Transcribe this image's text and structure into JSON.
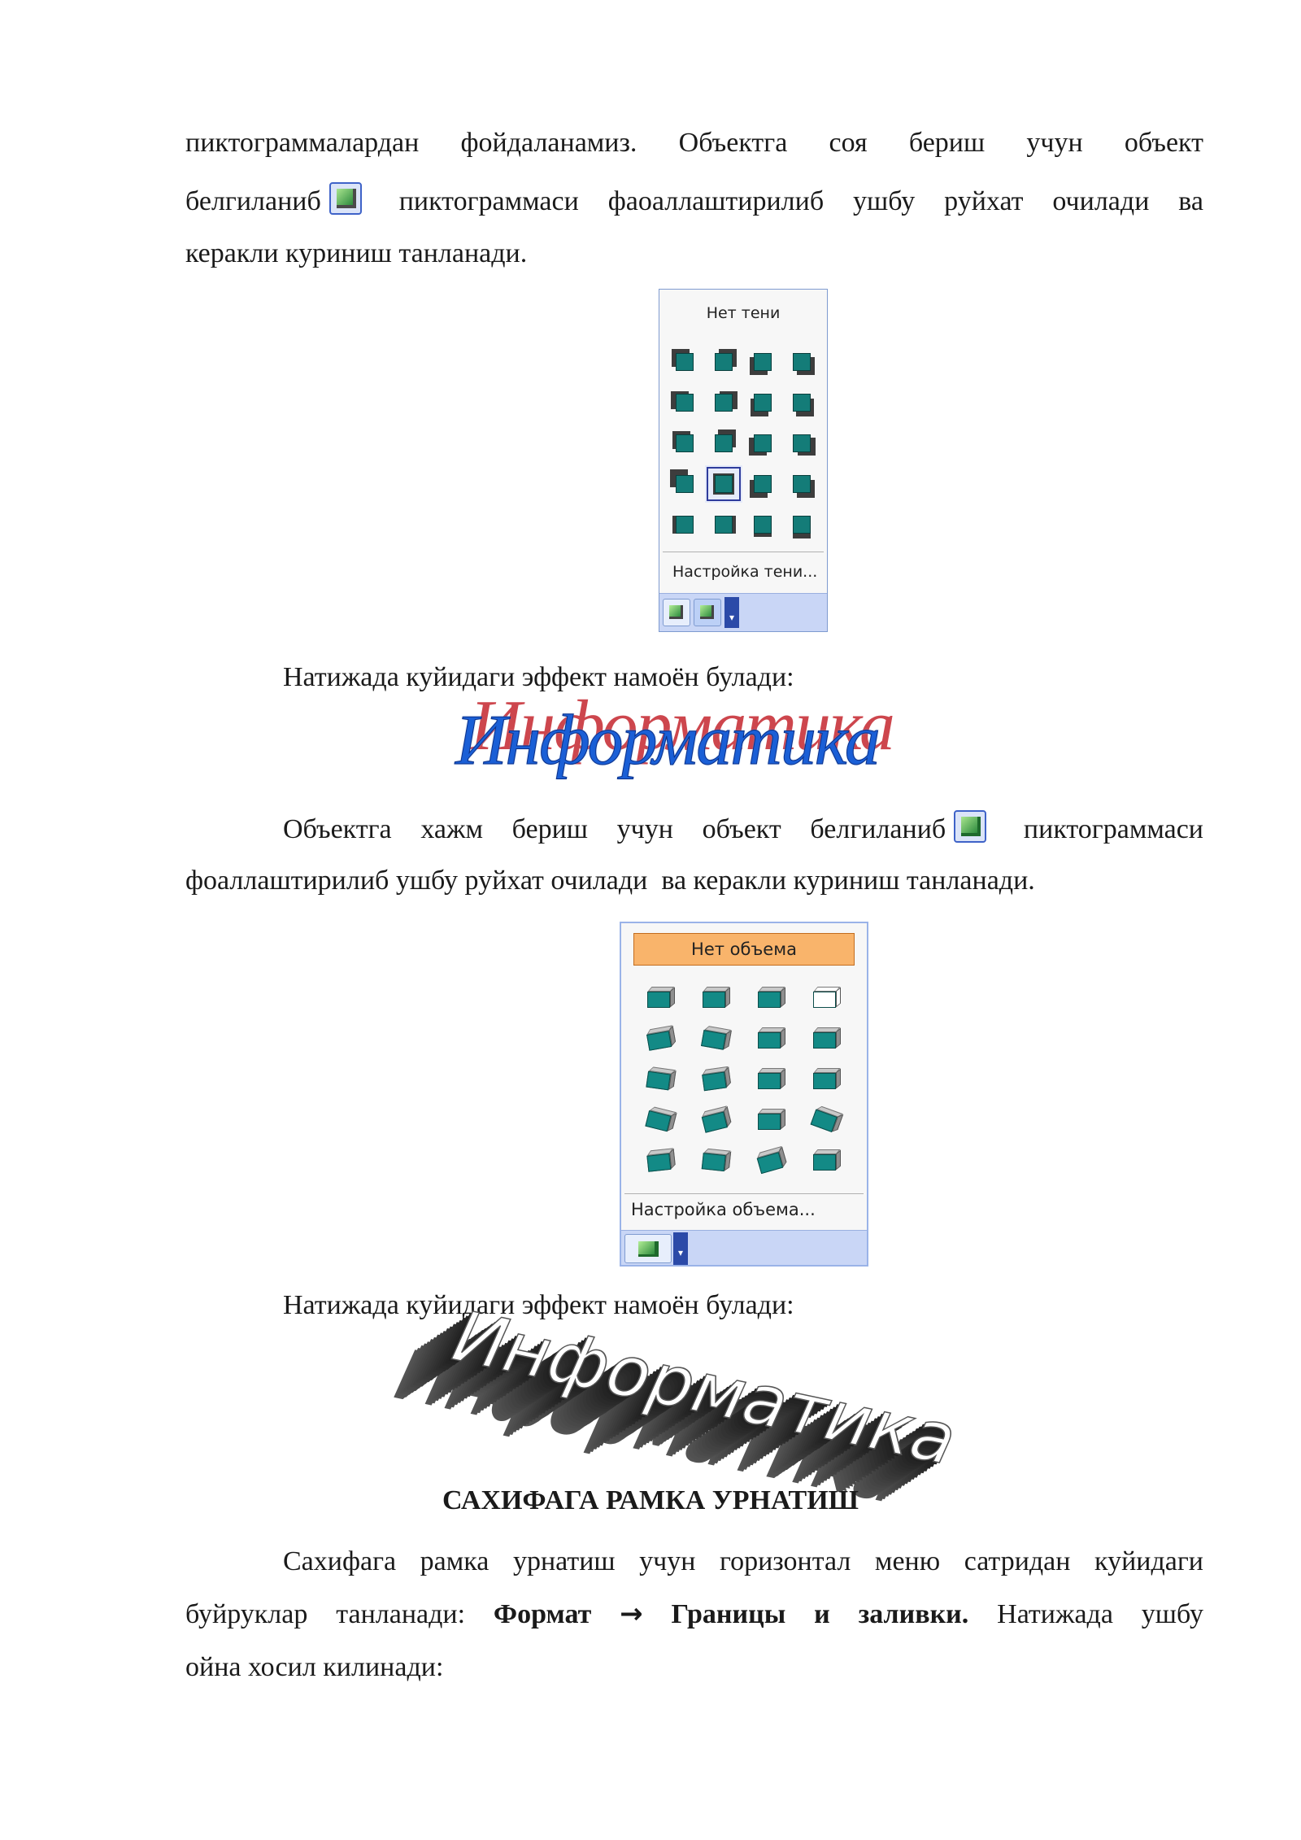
{
  "p1": {
    "l1": "пиктограммалардан фойдаланамиз. Объектга соя бериш учун объект",
    "l2a": "белгиланиб",
    "l2b": "пиктограммаси фаоаллаштирилиб ушбу руйхат очилади ва",
    "l3": "керакли куриниш танланади."
  },
  "shadow_menu": {
    "title": "Нет тени",
    "settings": "Настройка тени...",
    "colors": {
      "face": "#147c78",
      "shadow": "#3d3d3d",
      "bar": "#c9d6f6"
    }
  },
  "result1": "Натижада куйидаги эффект намоён булади:",
  "wordart1": {
    "text": "Информатика",
    "front_color": "#1a5fd6",
    "shadow_color": "#c8323a"
  },
  "p2": {
    "l1a": "Объектга хажм бериш учун объект белгиланиб",
    "l1b": "пиктограммаси",
    "l2": "фоаллаштирилиб ушбу руйхат очилади  ва керакли куриниш танланади."
  },
  "volume_menu": {
    "title": "Нет объема",
    "settings": "Настройка объема...",
    "colors": {
      "title_bg": "#f9b46b",
      "face": "#138a86"
    }
  },
  "result2": "Натижада куйидаги эффект намоён булади:",
  "wordart2": {
    "text": "Информатика",
    "face_color": "#ffffff",
    "extrusion_color": "#3a3a3a"
  },
  "heading": "САХИФАГА РАМКА УРНАТИШ",
  "p3": {
    "l1": "Сахифага рамка урнатиш учун горизонтал меню сатридан куйидаги",
    "l2a": "буйруклар танланади:",
    "l2b": "Формат",
    "arrow": "→",
    "l2c": "Границы и заливки.",
    "l2d": "Натижада ушбу",
    "l3": "ойна хосил килинади:"
  }
}
